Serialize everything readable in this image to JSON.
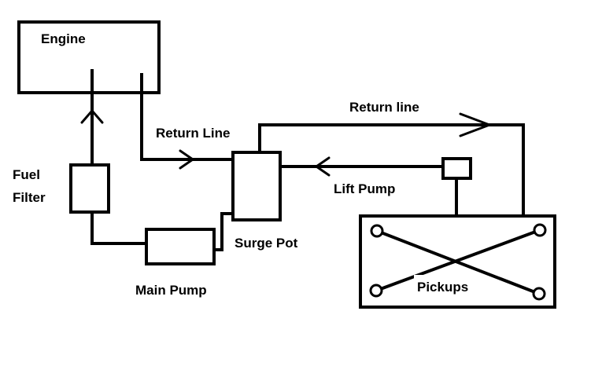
{
  "labels": {
    "engine": "Engine",
    "fuel_filter_line1": "Fuel",
    "fuel_filter_line2": "Filter",
    "return_line_left": "Return Line",
    "return_line_right": "Return line",
    "lift_pump": "Lift Pump",
    "surge_pot": "Surge Pot",
    "main_pump": "Main Pump",
    "pickups": "Pickups"
  }
}
